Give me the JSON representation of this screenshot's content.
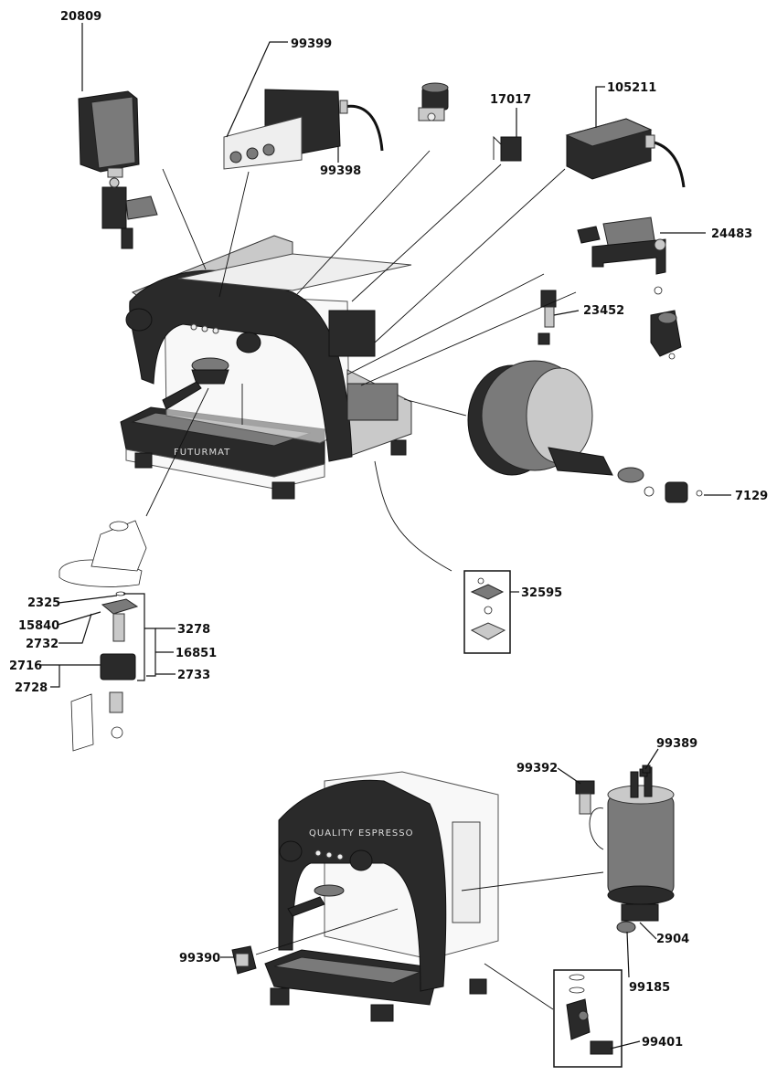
{
  "labels": {
    "p20809": "20809",
    "p99399": "99399",
    "p99398": "99398",
    "p17017": "17017",
    "p105211": "105211",
    "p24483": "24483",
    "p23452": "23452",
    "p7129": "7129",
    "p32595": "32595",
    "p2325": "2325",
    "p15840": "15840",
    "p2732": "2732",
    "p3278": "3278",
    "p16851": "16851",
    "p2716": "2716",
    "p2733": "2733",
    "p2728": "2728",
    "p99389": "99389",
    "p99392": "99392",
    "p2904": "2904",
    "p99185": "99185",
    "p99390": "99390",
    "p99401": "99401"
  },
  "machine_top": {
    "brand": "FUTURMAT"
  },
  "machine_bottom": {
    "brand": "QUALITY ESPRESSO"
  }
}
